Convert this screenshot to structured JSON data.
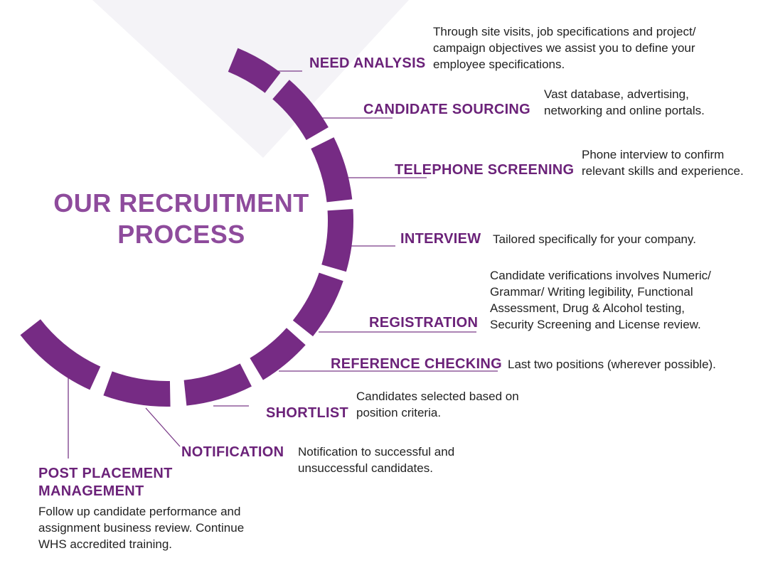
{
  "colors": {
    "segment": "#762b84",
    "title": "#8e4b9c",
    "label": "#6b2279",
    "text": "#222222",
    "connector": "#7a3a88",
    "backdrop": "#f4f3f7"
  },
  "title": [
    "OUR RECRUITMENT",
    "PROCESS"
  ],
  "steps": [
    {
      "label": [
        "NEED ANALYSIS"
      ],
      "description": [
        "Through site visits, job specifications and project/",
        "campaign objectives we assist you to define your",
        "employee specifications."
      ]
    },
    {
      "label": [
        "CANDIDATE SOURCING"
      ],
      "description": [
        "Vast database, advertising,",
        "networking and online portals."
      ]
    },
    {
      "label": [
        "TELEPHONE SCREENING"
      ],
      "description": [
        "Phone interview to confirm",
        "relevant skills and experience."
      ]
    },
    {
      "label": [
        "INTERVIEW"
      ],
      "description": [
        "Tailored specifically for your company."
      ]
    },
    {
      "label": [
        "REGISTRATION"
      ],
      "description": [
        "Candidate verifications involves Numeric/",
        "Grammar/ Writing legibility, Functional",
        "Assessment, Drug & Alcohol testing,",
        "Security Screening and License review."
      ]
    },
    {
      "label": [
        "REFERENCE CHECKING"
      ],
      "description": [
        "Last two positions (wherever possible)."
      ]
    },
    {
      "label": [
        "SHORTLIST"
      ],
      "description": [
        "Candidates selected based on",
        "position criteria."
      ]
    },
    {
      "label": [
        "NOTIFICATION"
      ],
      "description": [
        "Notification to successful and",
        "unsuccessful candidates."
      ]
    },
    {
      "label": [
        "POST PLACEMENT",
        "MANAGEMENT"
      ],
      "description": [
        "Follow up candidate performance and",
        "assignment business review. Continue",
        "WHS accredited training."
      ]
    }
  ]
}
